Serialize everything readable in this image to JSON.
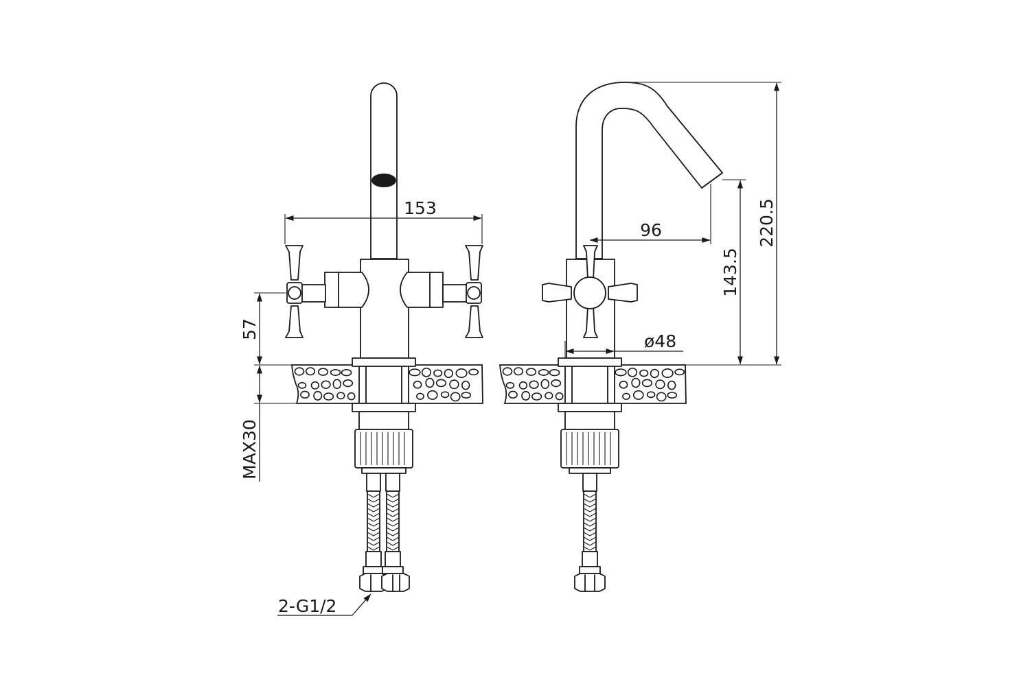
{
  "drawing": {
    "dimensions": {
      "total_width": "153",
      "handle_height": "57",
      "max_deck_thickness": "MAX30",
      "connection_thread": "2-G1/2",
      "spout_reach": "96",
      "outlet_height": "143.5",
      "total_height": "220.5",
      "base_diameter": "ø48"
    }
  }
}
